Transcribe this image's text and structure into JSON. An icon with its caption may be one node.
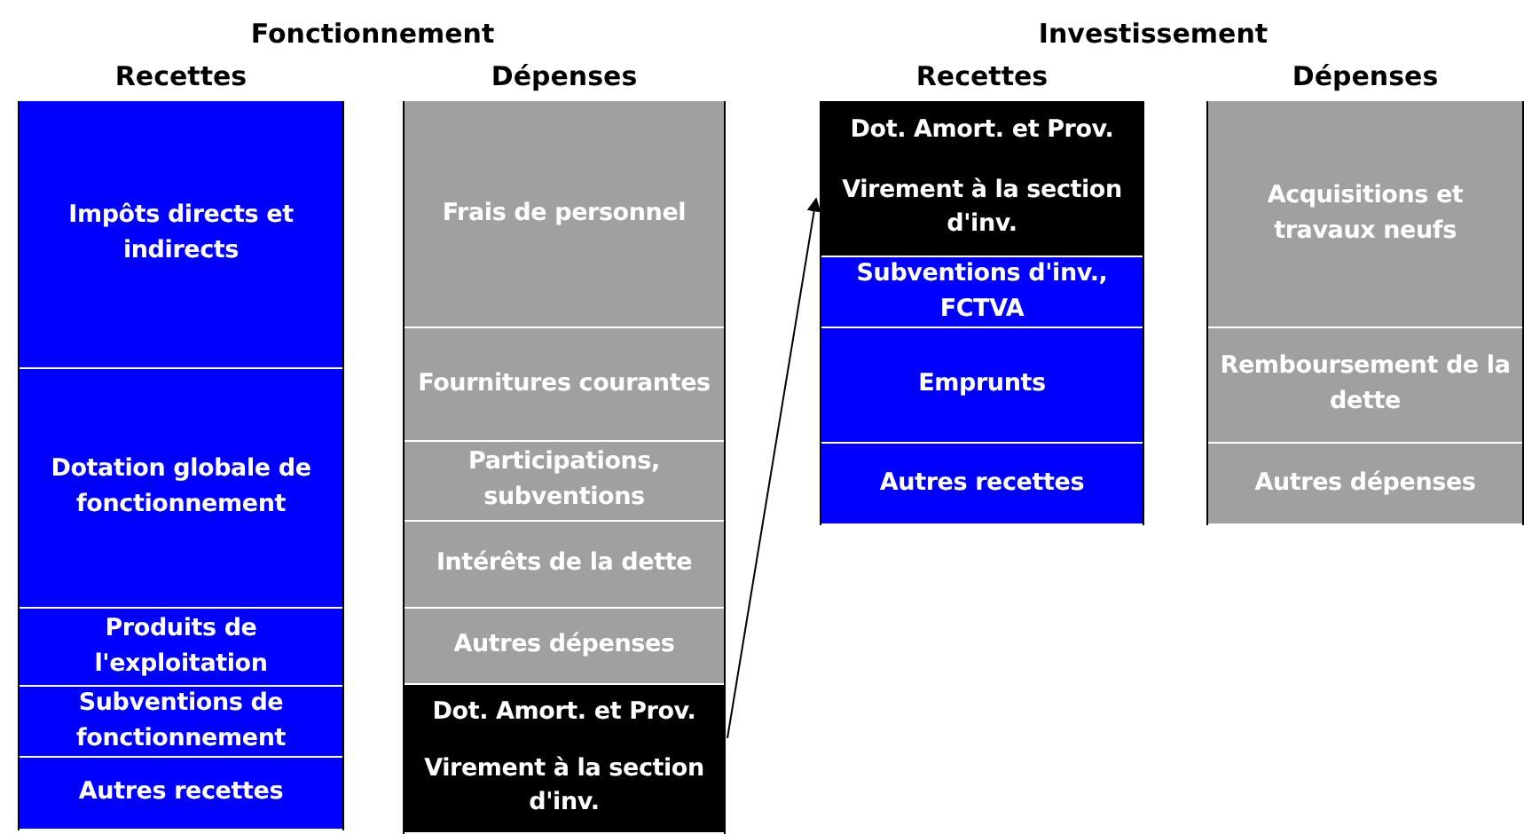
{
  "diagram": {
    "nodes": [
      {
        "text": [
          "Recettes"
        ]
      },
      {
        "text": [
          "Impôts directs et indirects"
        ],
        "in": 0
      },
      {
        "text": [
          "Dotation globale de fonctionnement"
        ],
        "in": 0
      },
      {
        "text": [
          "Produits de l'exploitation"
        ],
        "in": 0
      },
      {
        "text": [
          "Subventions de fonctionnement"
        ],
        "in": 0
      },
      {
        "text": [
          "Autres recettes"
        ],
        "in": 0
      },
      {
        "text": [
          "Dépenses"
        ]
      },
      {
        "text": [
          "Frais de personnel"
        ],
        "in": 6
      },
      {
        "text": [
          "Fournitures courantes"
        ],
        "in": 6
      },
      {
        "text": [
          "Participations, subventions"
        ],
        "in": 6
      },
      {
        "text": [
          "Intérêts de la dette"
        ],
        "in": 6
      },
      {
        "text": [
          "Autres dépenses"
        ],
        "in": 6
      },
      {
        "text": [
          "Dot. Amort. et Prov.",
          "Virement à la section d'inv."
        ],
        "in": 6
      },
      {
        "text": [
          "Recettes"
        ]
      },
      {
        "text": [
          "Dot. Amort. et Prov.",
          "Virement à la section d'inv."
        ],
        "in": 13
      },
      {
        "text": [
          "Subventions d'inv., FCTVA"
        ],
        "in": 13
      },
      {
        "text": [
          "Emprunts"
        ],
        "in": 13
      },
      {
        "text": [
          "Autres recettes"
        ],
        "in": 13
      },
      {
        "text": [
          "Dépenses"
        ]
      },
      {
        "text": [
          "Acquisitions et travaux neufs"
        ],
        "in": 18
      },
      {
        "text": [
          "Remboursement de la dette"
        ],
        "in": 18
      },
      {
        "text": [
          "Autres dépenses"
        ],
        "in": 18
      }
    ],
    "edges": [
      {
        "from": 12,
        "to": 14,
        "arrow": "to"
      }
    ],
    "labels": [
      "Fonctionnement",
      "Investissement"
    ]
  }
}
